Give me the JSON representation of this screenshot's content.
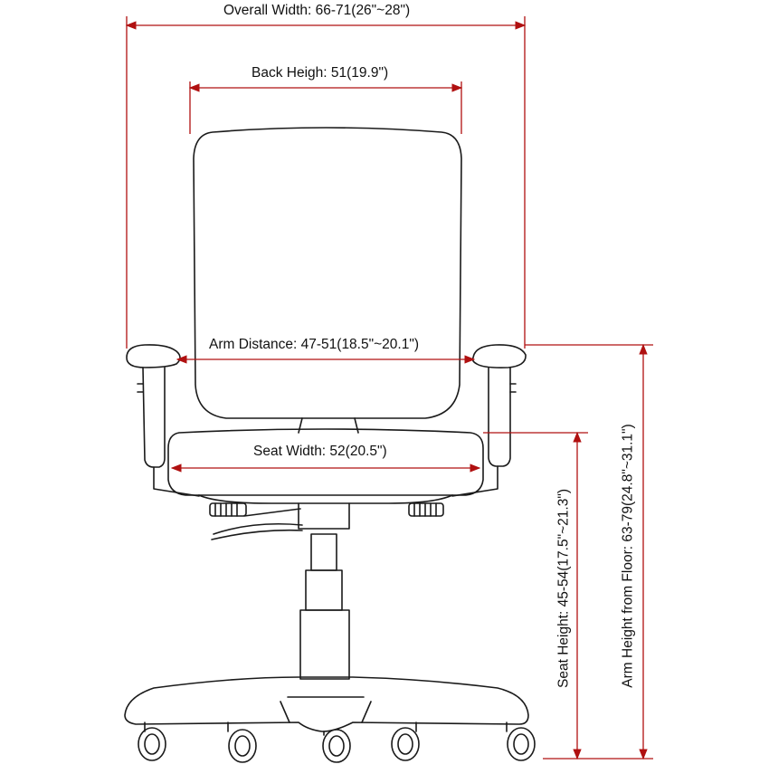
{
  "dimensions": {
    "overall_width": "Overall Width: 66-71(26\"~28\")",
    "back_height": "Back Heigh: 51(19.9\")",
    "arm_distance": "Arm Distance: 47-51(18.5\"~20.1\")",
    "seat_width": "Seat Width: 52(20.5\")",
    "seat_height": "Seat Height: 45-54(17.5\"~21.3\")",
    "arm_height_from_floor": "Arm Height from Floor: 63-79(24.8\"~31.1\")"
  },
  "colors": {
    "dimension_line": "#b01010",
    "outline": "#1a1a1a",
    "background": "#ffffff"
  }
}
